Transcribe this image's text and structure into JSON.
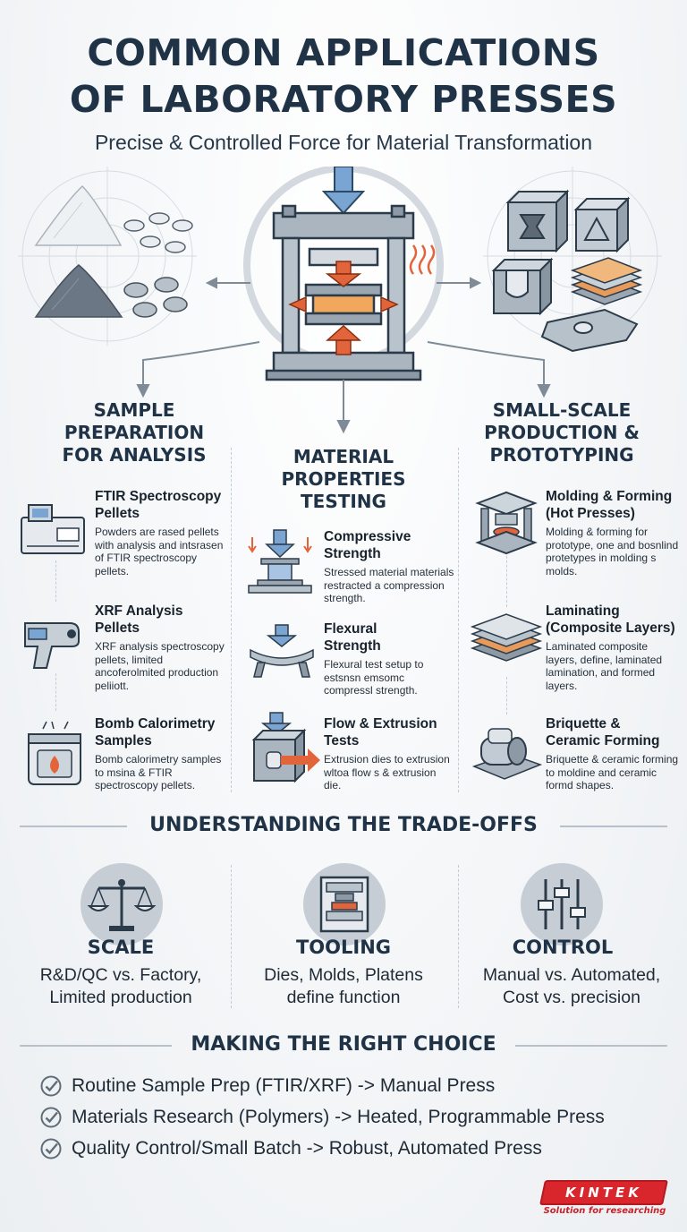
{
  "header": {
    "title_line1": "COMMON APPLICATIONS",
    "title_line2": "OF LABORATORY PRESSES",
    "subtitle": "Precise & Controlled Force for Material Transformation"
  },
  "columns": [
    {
      "heading": "SAMPLE\nPREPARATION\nFOR ANALYSIS",
      "items": [
        {
          "title": "FTIR Spectroscopy\nPellets",
          "desc": "Powders are rased pellets with analysis and intsrasen of FTIR spectroscopy pellets.",
          "icon": "spectrometer-icon"
        },
        {
          "title": "XRF Analysis\nPellets",
          "desc": "XRF analysis spectroscopy pellets, limited ancoferolmited production peliiott.",
          "icon": "xrf-gun-icon"
        },
        {
          "title": "Bomb Calorimetry\nSamples",
          "desc": "Bomb calorimetry samples to msina & FTIR spectroscopy pellets.",
          "icon": "calorimeter-icon"
        }
      ]
    },
    {
      "heading": "MATERIAL\nPROPERTIES\nTESTING",
      "items": [
        {
          "title": "Compressive\nStrength",
          "desc": "Stressed material materials restracted a compression strength.",
          "icon": "compression-icon"
        },
        {
          "title": "Flexural\nStrength",
          "desc": "Flexural test setup to estsnsn emsomc compressl strength.",
          "icon": "flexural-icon"
        },
        {
          "title": "Flow & Extrusion\nTests",
          "desc": "Extrusion dies to extrusion wltoa flow s & extrusion die.",
          "icon": "extrusion-icon"
        }
      ]
    },
    {
      "heading": "SMALL-SCALE\nPRODUCTION &\nPROTOTYPING",
      "items": [
        {
          "title": "Molding & Forming\n(Hot Presses)",
          "desc": "Molding & forming for prototype, one and bosnlind protetypes in molding s molds.",
          "icon": "hot-press-mold-icon"
        },
        {
          "title": "Laminating\n(Composite Layers)",
          "desc": "Laminated composite layers, define, laminated lamination, and formed layers.",
          "icon": "laminate-layers-icon"
        },
        {
          "title": "Briquette &\nCeramic Forming",
          "desc": "Briquette & ceramic forming to moldine and ceramic formd shapes.",
          "icon": "briquette-icon"
        }
      ]
    }
  ],
  "tradeoffs": {
    "heading": "UNDERSTANDING THE TRADE-OFFS",
    "items": [
      {
        "title": "SCALE",
        "desc": "R&D/QC vs. Factory,\nLimited production",
        "icon": "balance-scale-icon"
      },
      {
        "title": "TOOLING",
        "desc": "Dies, Molds, Platens\ndefine function",
        "icon": "press-tool-icon"
      },
      {
        "title": "CONTROL",
        "desc": "Manual vs. Automated,\nCost vs. precision",
        "icon": "sliders-icon"
      }
    ]
  },
  "choice": {
    "heading": "MAKING THE RIGHT CHOICE",
    "items": [
      "Routine Sample Prep (FTIR/XRF) -> Manual Press",
      "Materials Research (Polymers) -> Heated, Programmable Press",
      "Quality Control/Small Batch -> Robust, Automated Press"
    ]
  },
  "brand": {
    "logo": "KINTEK",
    "tagline": "Solution for researching",
    "color": "#d9262c"
  },
  "colors": {
    "navy": "#1f3246",
    "arrow_orange": "#e2643a",
    "arrow_blue": "#5d8fc4",
    "steel": "#8d9aa6"
  }
}
